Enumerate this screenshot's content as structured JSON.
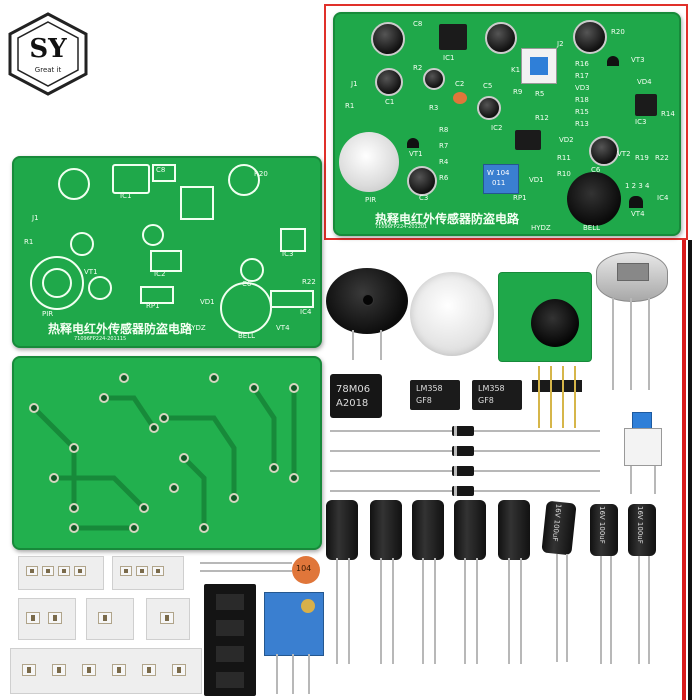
{
  "brand": {
    "logo_letters": "SY",
    "logo_tagline": "Great it"
  },
  "board": {
    "title": "热释电红外传感器防盗电路",
    "maker": "HYDZ",
    "serial_main": "71096FP224-201115",
    "serial_zoom": "71096FP224-201201",
    "labels_zoom": {
      "c8": "C8",
      "ic1": "IC1",
      "j2": "J2",
      "r20": "R20",
      "vt3": "VT3",
      "j1": "J1",
      "r2": "R2",
      "c2": "C2",
      "c5": "C5",
      "k1": "K1",
      "r16": "R16",
      "r17": "R17",
      "vd3": "VD3",
      "vd4": "VD4",
      "r18": "R18",
      "r15": "R15",
      "ic3": "IC3",
      "r14": "R14",
      "r13": "R13",
      "r9": "R9",
      "r12": "R12",
      "r11": "R11",
      "r10": "R10",
      "r1": "R1",
      "c1": "C1",
      "r3": "R3",
      "r8": "R8",
      "r7": "R7",
      "r4": "R4",
      "r6": "R6",
      "r5": "R5",
      "ic2": "IC2",
      "vd2": "VD2",
      "vt1": "VT1",
      "c3": "C3",
      "rp1": "RP1",
      "vd1": "VD1",
      "c6": "C6",
      "vt2": "VT2",
      "r19": "R19",
      "r22": "R22",
      "ic4": "IC4",
      "vt4": "VT4",
      "pir": "PIR",
      "bell": "BELL",
      "pins": "1 2 3 4"
    },
    "pot_label": "W 104",
    "pot_sub": "011"
  },
  "components": {
    "regulator_line1": "78M06",
    "regulator_line2": "A2018",
    "ic_a_line1": "LM358",
    "ic_a_line2": "GF8",
    "ic_b_line1": "LM358",
    "ic_b_line2": "GF8",
    "cap_small_label": "104",
    "cap_text": "16V 100uF"
  },
  "colors": {
    "pcb_green": "#1fa84a",
    "highlight_border": "#e0302a",
    "wire_red": "#d81b1b",
    "wire_black": "#111111",
    "switch_blue": "#2f7fd8",
    "ceramic_cap": "#e0763a",
    "pot_blue": "#3a7fd0"
  }
}
